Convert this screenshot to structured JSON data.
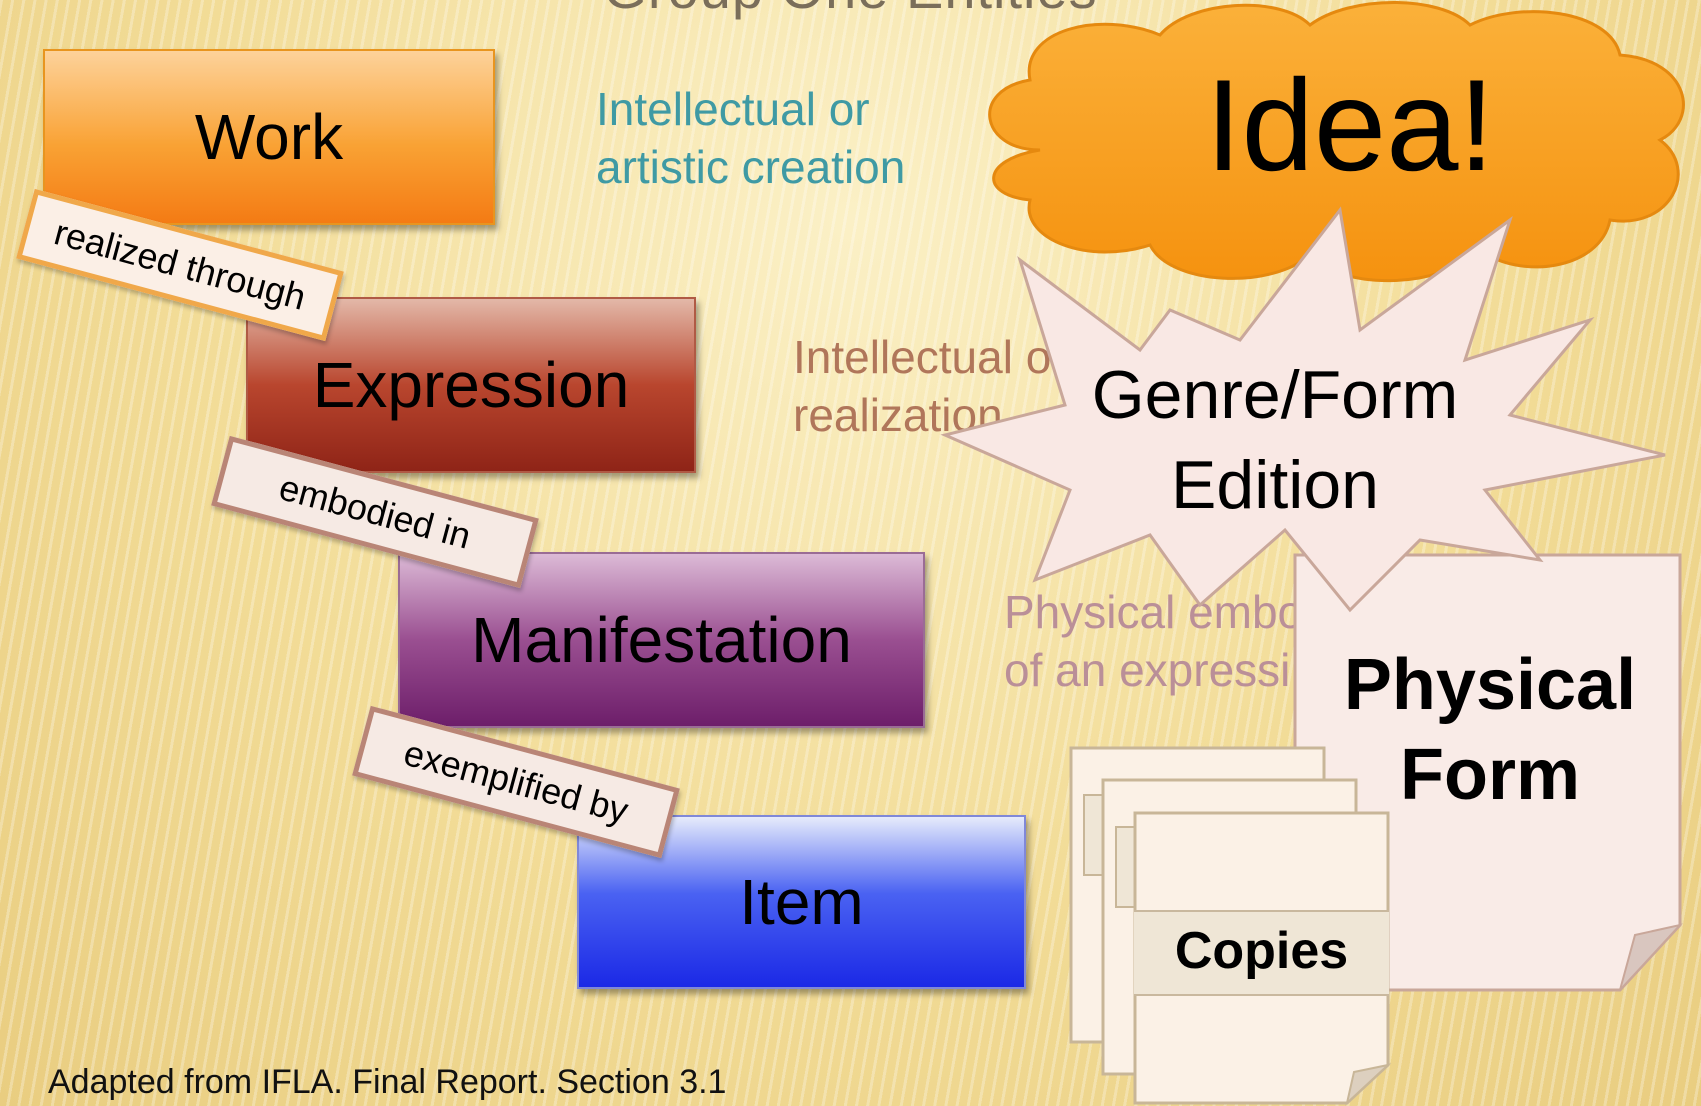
{
  "title": "Group One Entities",
  "entities": {
    "work": "Work",
    "expression": "Expression",
    "manifestation": "Manifestation",
    "item": "Item"
  },
  "relationships": {
    "r1": "realized through",
    "r2": "embodied in",
    "r3": "exemplified by"
  },
  "descriptions": {
    "d1_line1": "Intellectual or",
    "d1_line2": "artistic creation",
    "d2_line1": "Intellectual or",
    "d2_line2": "realization",
    "d3_line1": "Physical embo",
    "d3_line2": "of an expressi"
  },
  "callouts": {
    "idea": "Idea!",
    "genre_line1": "Genre/Form",
    "genre_line2": "Edition",
    "physical_line1": "Physical",
    "physical_line2": "Form",
    "copies": "Copies"
  },
  "credit": "Adapted from IFLA. Final Report. Section 3.1",
  "colors": {
    "work": "#f9a234",
    "expression": "#9e2f1e",
    "manifestation": "#7a2a78",
    "item": "#2636e8",
    "cloud": "#f8a01e",
    "starburst": "#f8e6e2"
  }
}
